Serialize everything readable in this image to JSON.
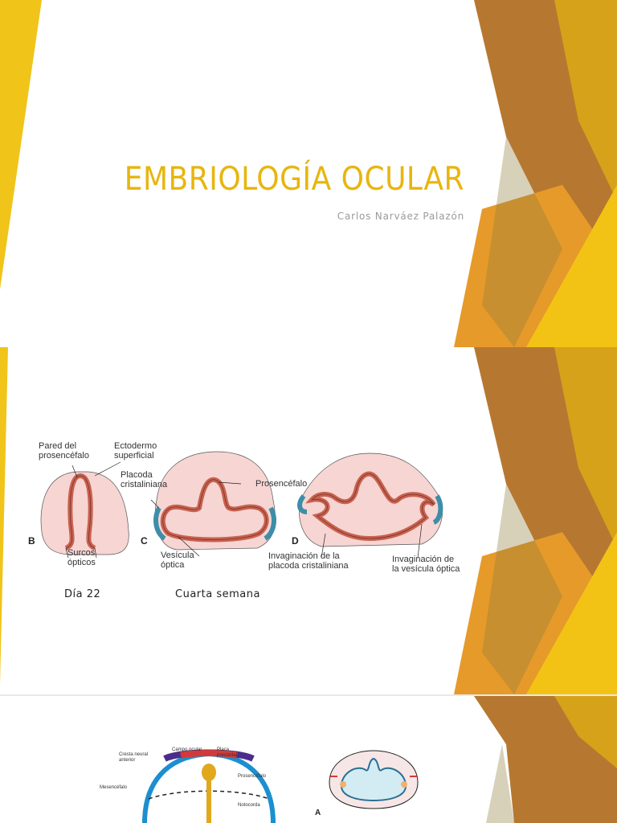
{
  "slide1": {
    "title": "EMBRIOLOGÍA OCULAR",
    "subtitle": "Carlos Narváez Palazón"
  },
  "slide2": {
    "figure": {
      "panel_letters": [
        "B",
        "C",
        "D"
      ],
      "labels": {
        "pared": "Pared del\nprosencéfalo",
        "ectodermo": "Ectodermo\nsuperficial",
        "placoda": "Placoda\ncristaliniana",
        "prosencefalo": "Prosencéfalo",
        "surcos": "Surcos\nópticos",
        "vesicula": "Vesícula\nóptica",
        "invag_placoda": "Invaginación de la\nplacoda cristaliniana",
        "invag_vesicula": "Invaginación de\nla vesícula óptica"
      }
    },
    "captions": {
      "day": "Día 22",
      "week": "Cuarta semana"
    }
  },
  "slide3": {
    "labels": {
      "campo": "Campo ocular",
      "placa": "Placa\nprecordal",
      "cresta": "Cresta neural\nanterior",
      "prosencefalo": "Prosencéfalo",
      "mesencefalo": "Mesencéfalo",
      "notocorda": "Notocorda",
      "panel_a": "A"
    }
  },
  "colors": {
    "accent_yellow": "#e8b50f",
    "orange": "#e69a2a",
    "brown": "#a96a1e",
    "tissue_wall": "#c8614f",
    "tissue_fill": "#f6d5d3",
    "ectoderm_blue": "#3d8ea8"
  }
}
